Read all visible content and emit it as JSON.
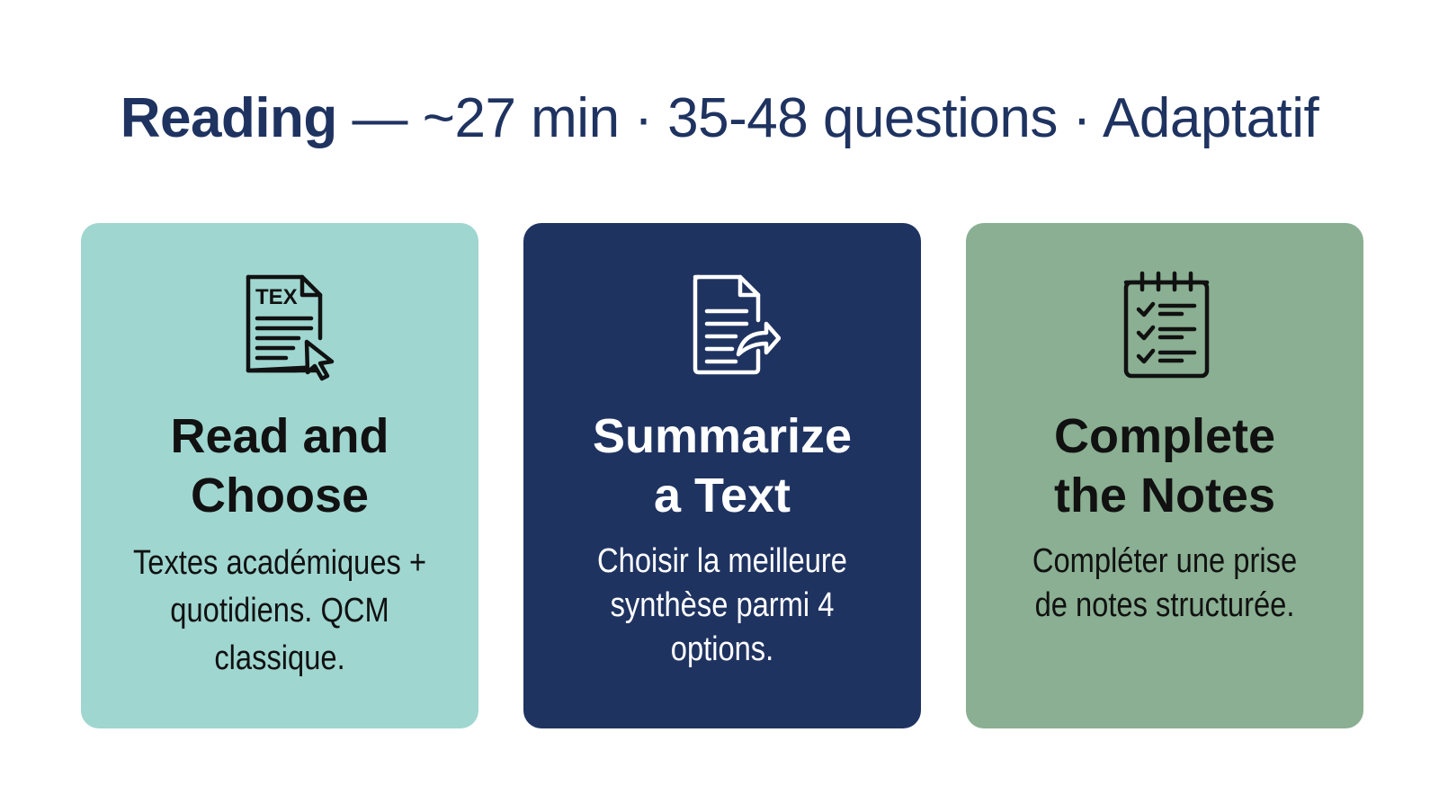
{
  "header": {
    "title_strong": "Reading",
    "title_rest": " — ~27 min · 35-48 questions · Adaptatif"
  },
  "colors": {
    "title": "#1f3361",
    "card_read": "#9fd6d0",
    "card_summarize": "#1f3361",
    "card_notes": "#8aaf92"
  },
  "cards": [
    {
      "icon": "document-text-cursor-icon",
      "icon_label": "TEX",
      "heading_line1": "Read and",
      "heading_line2": "Choose",
      "description": "Textes académiques + quotidiens. QCM classique."
    },
    {
      "icon": "document-share-arrow-icon",
      "heading_line1": "Summarize",
      "heading_line2": "a Text",
      "description": "Choisir la meilleure synthèse parmi 4 options."
    },
    {
      "icon": "notepad-checklist-icon",
      "heading_line1": "Complete",
      "heading_line2": "the Notes",
      "description": "Compléter une prise de notes structurée."
    }
  ]
}
